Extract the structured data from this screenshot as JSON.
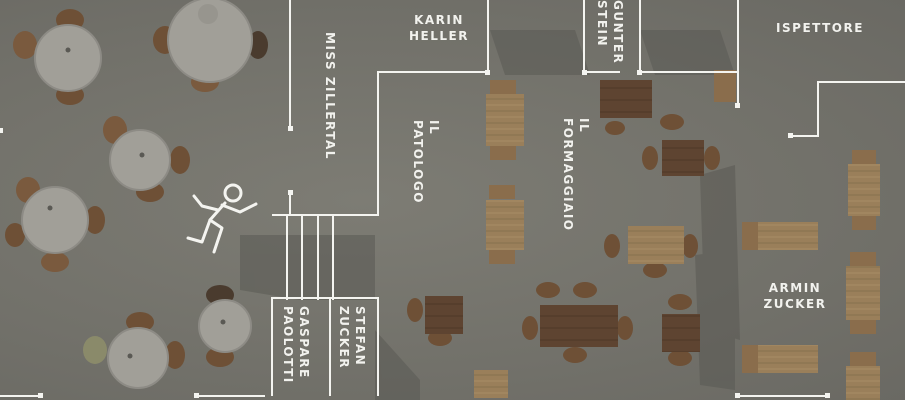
{
  "scene": {
    "title": "",
    "colors": {
      "floor": "#74736c",
      "line": "#f4f4f0",
      "table_light": "#9a7f5a",
      "table_dark": "#5e4431",
      "chair": "#7a5a3e",
      "round_table": "#a19f98",
      "shadow": "#54534e"
    },
    "runner_icon": "running-person-icon"
  },
  "labels": {
    "miss_zillertal": "MISS ZILLERTAL",
    "karin_heller": "KARIN\nHELLER",
    "gunter_stein": "GUNTER\nSTEIN",
    "ispettore": "ISPETTORE",
    "il_patologo": "IL\nPATOLOGO",
    "il_formaggiaio": "IL\nFORMAGGIAIO",
    "armin_zucker": "ARMIN\nZUCKER",
    "gaspare_paolotti": "GASPARE\nPAOLOTTI",
    "stefan_zucker": "STEFAN\nZUCKER"
  }
}
